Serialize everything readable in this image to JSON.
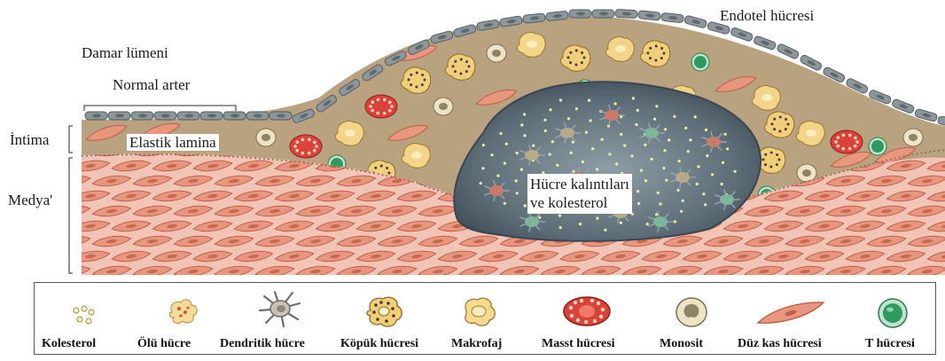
{
  "labels": {
    "endotel": "Endotel hücresi",
    "damar_lumeni": "Damar lümeni",
    "normal_arter": "Normal arter",
    "intima": "İntima",
    "elastik_lamina": "Elastik lamina",
    "medya": "Medya'",
    "hucre_kalintilari_1": "Hücre kalıntıları",
    "hucre_kalintilari_2": "ve kolesterol"
  },
  "legend": [
    {
      "label": "Kolesterol",
      "icon": "cholesterol-icon"
    },
    {
      "label": "Ölü hücre",
      "icon": "dead-cell-icon"
    },
    {
      "label": "Dendritik hücre",
      "icon": "dendritic-cell-icon"
    },
    {
      "label": "Köpük hücresi",
      "icon": "foam-cell-icon"
    },
    {
      "label": "Makrofaj",
      "icon": "macrophage-icon"
    },
    {
      "label": "Masst hücresi",
      "icon": "mast-cell-icon"
    },
    {
      "label": "Monosit",
      "icon": "monocyte-icon"
    },
    {
      "label": "Düz kas hücresi",
      "icon": "smooth-muscle-cell-icon"
    },
    {
      "label": "T hücresi",
      "icon": "t-cell-icon"
    }
  ],
  "colors": {
    "media": "#f2c4b5",
    "muscle_cell": "#e9967f",
    "muscle_outline": "#b85a45",
    "intima": "#b9a27f",
    "endothelium": "#8d969b",
    "core": "#6f7f88",
    "macrophage": "#f3d58a",
    "mast_cell": "#d9433a",
    "t_cell": "#2e9a5f"
  }
}
